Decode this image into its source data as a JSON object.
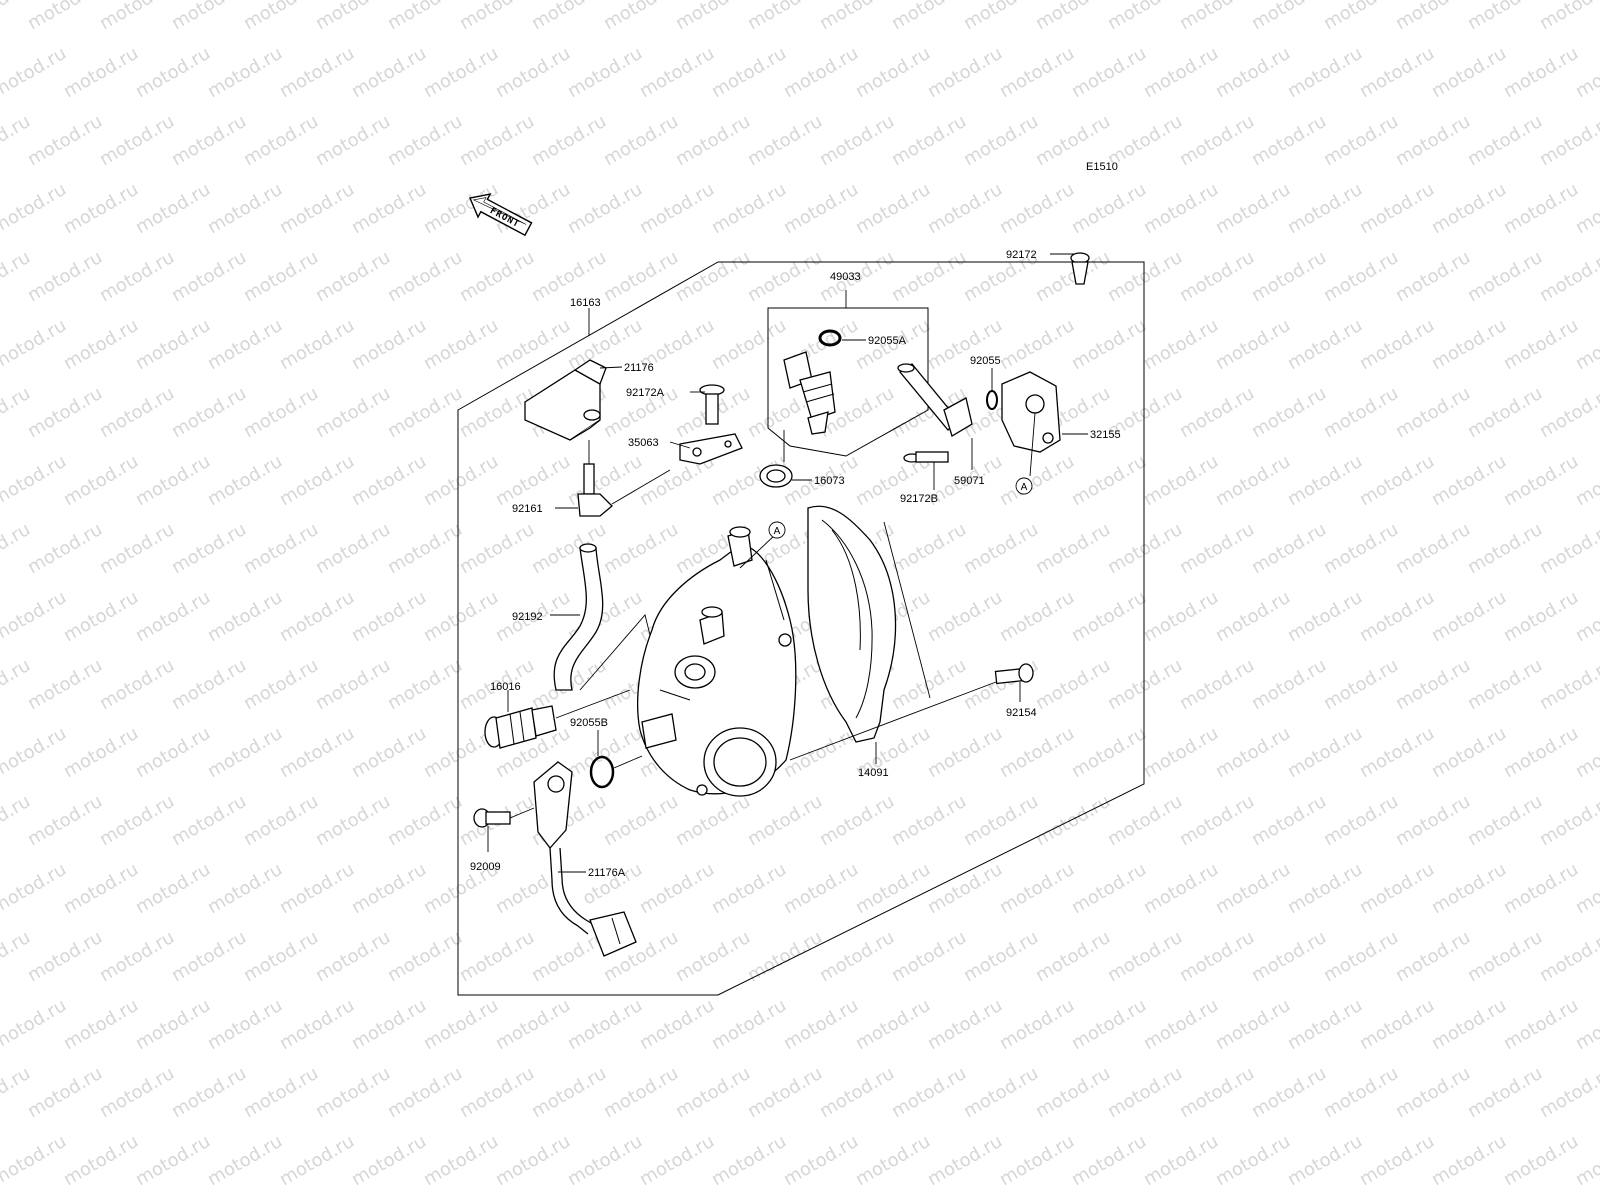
{
  "diagram_code": "E1510",
  "front_label": "FRONT",
  "watermark": "motod.ru",
  "ref_mark": "A",
  "part_labels": {
    "p16163": "16163",
    "p49033": "49033",
    "p21176": "21176",
    "p92055A": "92055A",
    "p92172": "92172",
    "p92055": "92055",
    "p92172A": "92172A",
    "p35063": "35063",
    "p32155": "32155",
    "p16073": "16073",
    "p92172B": "92172B",
    "p59071": "59071",
    "p92161": "92161",
    "p92192": "92192",
    "p16016": "16016",
    "p92055B": "92055B",
    "p92154": "92154",
    "p14091": "14091",
    "p92009": "92009",
    "p21176A": "21176A"
  }
}
